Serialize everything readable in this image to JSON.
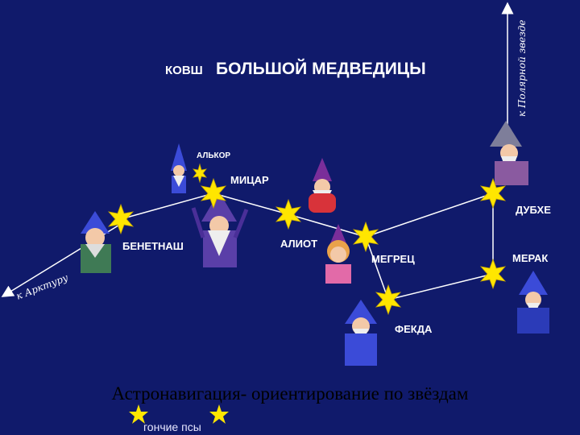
{
  "title": {
    "prefix": "КОВШ",
    "main": "БОЛЬШОЙ МЕДВЕДИЦЫ"
  },
  "stars": {
    "alkor": "АЛЬКОР",
    "mizar": "МИЦАР",
    "benetnash": "БЕНЕТНАШ",
    "alioth": "АЛИОТ",
    "megrez": "МЕГРЕЦ",
    "phecda": "ФЕКДА",
    "dubhe": "ДУБХЕ",
    "merak": "МЕРАК"
  },
  "directions": {
    "polaris": "к Полярной звезде",
    "arcturus": "к Арктуру"
  },
  "caption": "Астронавигация- ориентирование по звёздам",
  "hounds_label": "гончие псы",
  "colors": {
    "background": "#101a6b",
    "star": "#ffe600",
    "line": "#ffffff"
  }
}
